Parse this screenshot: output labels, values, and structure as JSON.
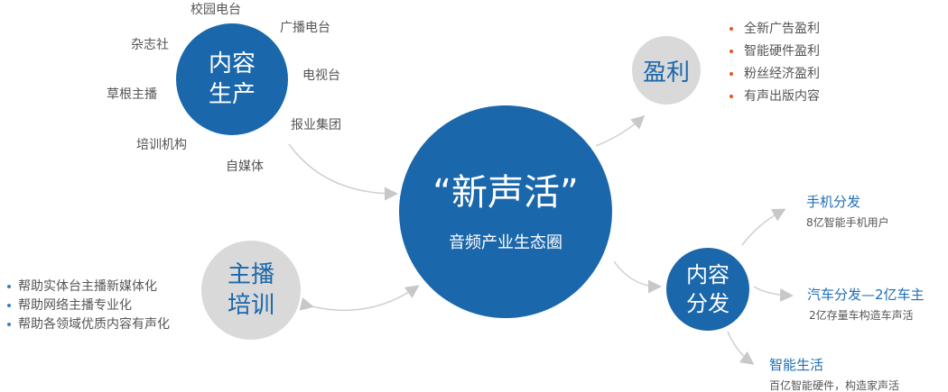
{
  "center": {
    "title": "“新声活”",
    "subtitle": "音频产业生态圈"
  },
  "production": {
    "title_line1": "内容",
    "title_line2": "生产",
    "sources": [
      "校园电台",
      "广播电台",
      "杂志社",
      "电视台",
      "草根主播",
      "报业集团",
      "培训机构",
      "自媒体"
    ]
  },
  "profit": {
    "title": "盈利",
    "items": [
      "全新广告盈利",
      "智能硬件盈利",
      "粉丝经济盈利",
      "有声出版内容"
    ]
  },
  "training": {
    "title_line1": "主播",
    "title_line2": "培训",
    "items": [
      "帮助实体台主播新媒体化",
      "帮助网络主播专业化",
      "帮助各领域优质内容有声化"
    ]
  },
  "distribution": {
    "title_line1": "内容",
    "title_line2": "分发",
    "channels": [
      {
        "title": "手机分发",
        "subtitle": "8亿智能手机用户"
      },
      {
        "title": "汽车分发—2亿车主",
        "subtitle": "2亿存量车构造车声活"
      },
      {
        "title": "智能生活",
        "subtitle": "百亿智能硬件，构造家声活"
      }
    ]
  },
  "colors": {
    "blue": "#1b67ab",
    "gray": "#d9d9d9",
    "bullet_orange": "#e8541e",
    "bullet_blue": "#3a7fc0"
  }
}
